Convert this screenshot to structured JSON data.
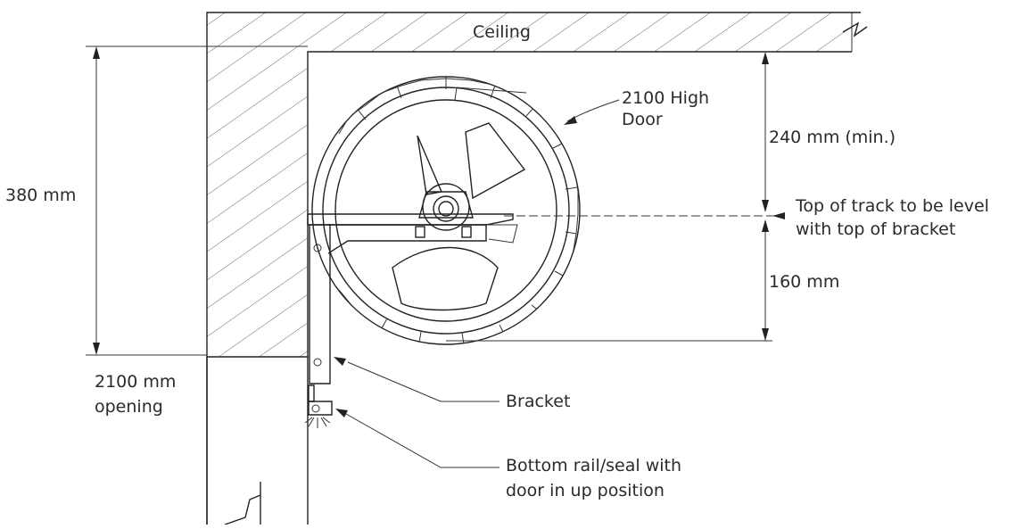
{
  "labels": {
    "ceiling": "Ceiling",
    "door_line1": "2100 High",
    "door_line2": "Door",
    "dim_240": "240 mm (min.)",
    "dim_380": "380 mm",
    "dim_160": "160 mm",
    "track_line1": "Top of track to be level",
    "track_line2": "with top of bracket",
    "opening_line1": "2100 mm",
    "opening_line2": "opening",
    "bracket": "Bracket",
    "rail_line1": "Bottom rail/seal with",
    "rail_line2": "door in up position"
  },
  "colors": {
    "ink": "#222222",
    "background": "#ffffff"
  }
}
